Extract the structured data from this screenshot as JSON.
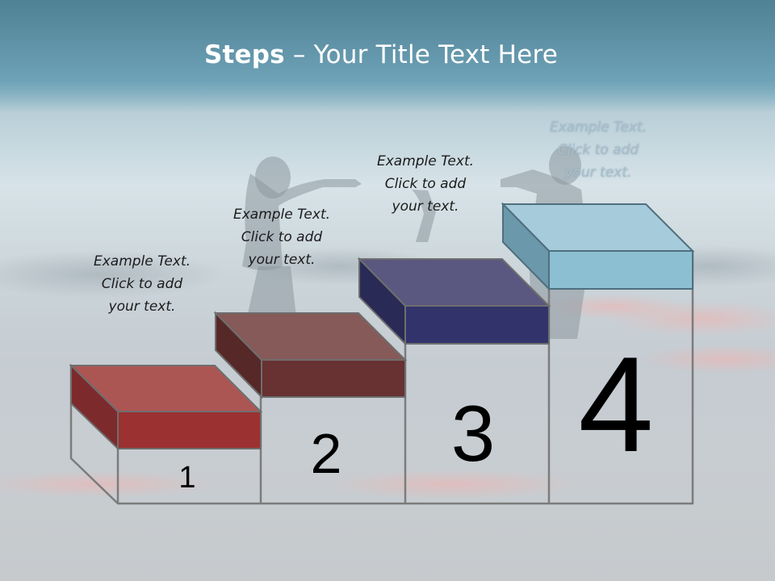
{
  "slide": {
    "title_bold": "Steps",
    "title_rest": " – Your Title Text Here"
  },
  "steps": [
    {
      "number": "1",
      "text_lines": [
        "Example Text.",
        "Click  to add",
        "your text."
      ],
      "top_color": "#ac5654",
      "front_color": "#9b3131",
      "side_color": "#7d2a2c"
    },
    {
      "number": "2",
      "text_lines": [
        "Example Text.",
        "Click  to add",
        "your text."
      ],
      "top_color": "#855a58",
      "front_color": "#683132",
      "side_color": "#572828"
    },
    {
      "number": "3",
      "text_lines": [
        "Example Text.",
        "Click  to add",
        "your text."
      ],
      "top_color": "#5a5881",
      "front_color": "#33336c",
      "side_color": "#2a2a56"
    },
    {
      "number": "4",
      "text_lines": [
        "Example Text.",
        "Click  to add",
        "your text."
      ],
      "top_color": "#a6cbda",
      "front_color": "#8dbfd2",
      "side_color": "#6b98aa"
    }
  ]
}
